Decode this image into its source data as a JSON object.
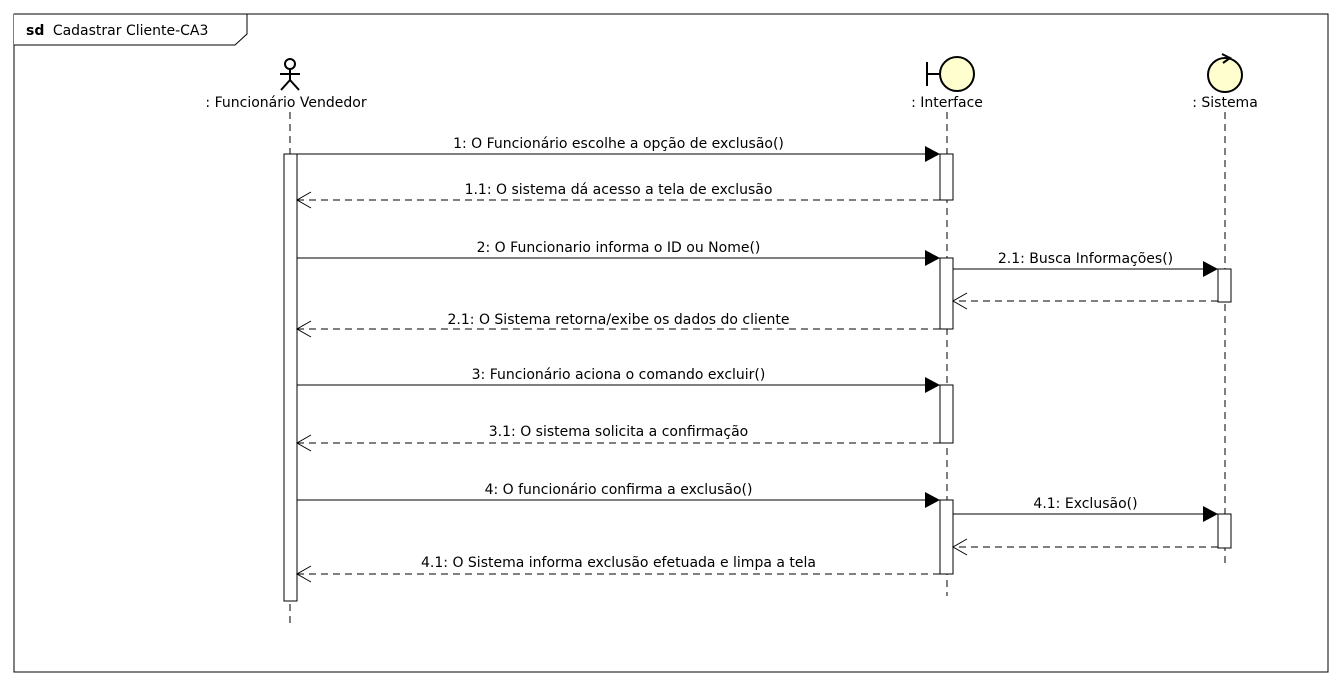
{
  "frame": {
    "keyword": "sd",
    "title": "Cadastrar Cliente-CA3"
  },
  "participants": [
    {
      "id": "vendedor",
      "kind": "actor",
      "label": ": Funcionário Vendedor",
      "icon": "actor-icon"
    },
    {
      "id": "interface",
      "kind": "boundary",
      "label": ": Interface",
      "icon": "boundary-icon"
    },
    {
      "id": "sistema",
      "kind": "control",
      "label": ": Sistema",
      "icon": "control-icon"
    }
  ],
  "messages": [
    {
      "label": "1: O Funcionário escolhe a opção de exclusão()",
      "from": "vendedor",
      "to": "interface",
      "type": "sync"
    },
    {
      "label": "1.1: O sistema dá acesso a tela de exclusão",
      "from": "interface",
      "to": "vendedor",
      "type": "reply"
    },
    {
      "label": "2: O Funcionario informa o ID ou Nome()",
      "from": "vendedor",
      "to": "interface",
      "type": "sync"
    },
    {
      "label": "2.1: Busca Informações()",
      "from": "interface",
      "to": "sistema",
      "type": "sync"
    },
    {
      "label": "",
      "from": "sistema",
      "to": "interface",
      "type": "reply"
    },
    {
      "label": "2.1: O Sistema retorna/exibe os dados do cliente",
      "from": "interface",
      "to": "vendedor",
      "type": "reply"
    },
    {
      "label": "3: Funcionário aciona o comando excluir()",
      "from": "vendedor",
      "to": "interface",
      "type": "sync"
    },
    {
      "label": "3.1: O sistema solicita a confirmação",
      "from": "interface",
      "to": "vendedor",
      "type": "reply"
    },
    {
      "label": "4: O funcionário confirma a exclusão()",
      "from": "vendedor",
      "to": "interface",
      "type": "sync"
    },
    {
      "label": "4.1: Exclusão()",
      "from": "interface",
      "to": "sistema",
      "type": "sync"
    },
    {
      "label": "",
      "from": "sistema",
      "to": "interface",
      "type": "reply"
    },
    {
      "label": "4.1: O Sistema informa exclusão efetuada e limpa a tela",
      "from": "interface",
      "to": "vendedor",
      "type": "reply"
    }
  ],
  "colors": {
    "participant_fill": "#FEFECE",
    "line": "#000000",
    "background": "#FFFFFF"
  }
}
